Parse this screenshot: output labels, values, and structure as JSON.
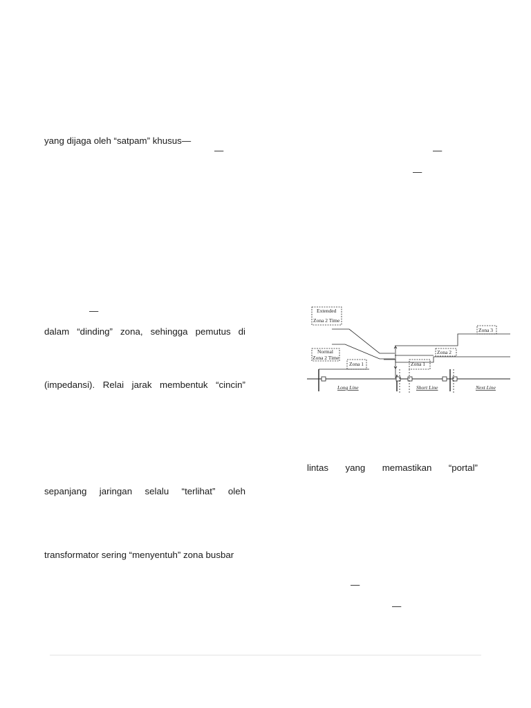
{
  "left_column": {
    "line_1": "yang dijaga oleh “satpam” khusus—",
    "line_dinding": [
      "dalam",
      "“dinding”",
      "zona,",
      "sehingga",
      "pemutus",
      "di"
    ],
    "line_impedansi": [
      "(impedansi).",
      "Relai",
      "jarak",
      "membentuk",
      "“cincin”"
    ],
    "line_sepanjang": [
      "sepanjang",
      "jaringan",
      "selalu",
      "“terlihat”",
      "oleh"
    ],
    "line_transformator": "transformator sering “menyentuh” zona busbar"
  },
  "right_column": {
    "line_lintas": [
      "lintas",
      "yang",
      "memastikan",
      "“portal”"
    ]
  },
  "dash": "—",
  "figure": {
    "labels": {
      "extended": "Extended",
      "zona2time": "Zona 2 Time",
      "normal": "Normal",
      "normal_zona2time": "Zona 2 Time",
      "zona1_left": "Zona 1",
      "zona1": "Zona 1",
      "zona2": "Zona 2",
      "zona3": "Zona 3",
      "long_line": "Long Line",
      "short_line": "Short Line",
      "next_line": "Next Line"
    }
  }
}
